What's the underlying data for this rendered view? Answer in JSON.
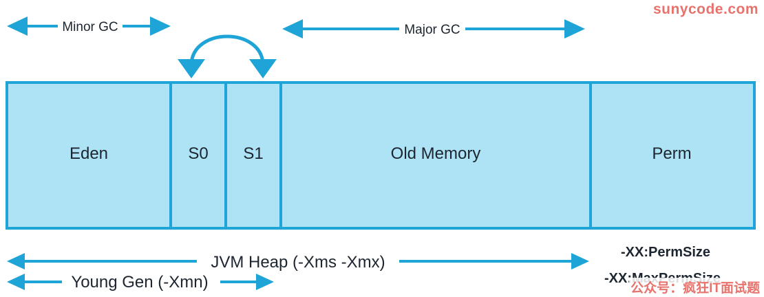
{
  "watermark_top": "sunycode.com",
  "watermark_bottom": "公众号：疯狂IT面试题",
  "colors": {
    "fill": "#ade3f4",
    "stroke": "#1ea4d6",
    "arrow": "#1ea4d6",
    "text": "#1d2630"
  },
  "gc": {
    "minor": "Minor GC",
    "major": "Major GC"
  },
  "regions": {
    "eden": "Eden",
    "s0": "S0",
    "s1": "S1",
    "old": "Old Memory",
    "perm": "Perm"
  },
  "ranges": {
    "heap": "JVM Heap (-Xms -Xmx)",
    "young": "Young Gen (-Xmn)"
  },
  "perm_options": {
    "perm_size": "-XX:PermSize",
    "max_perm_size": "-XX:MaxPermSize"
  }
}
